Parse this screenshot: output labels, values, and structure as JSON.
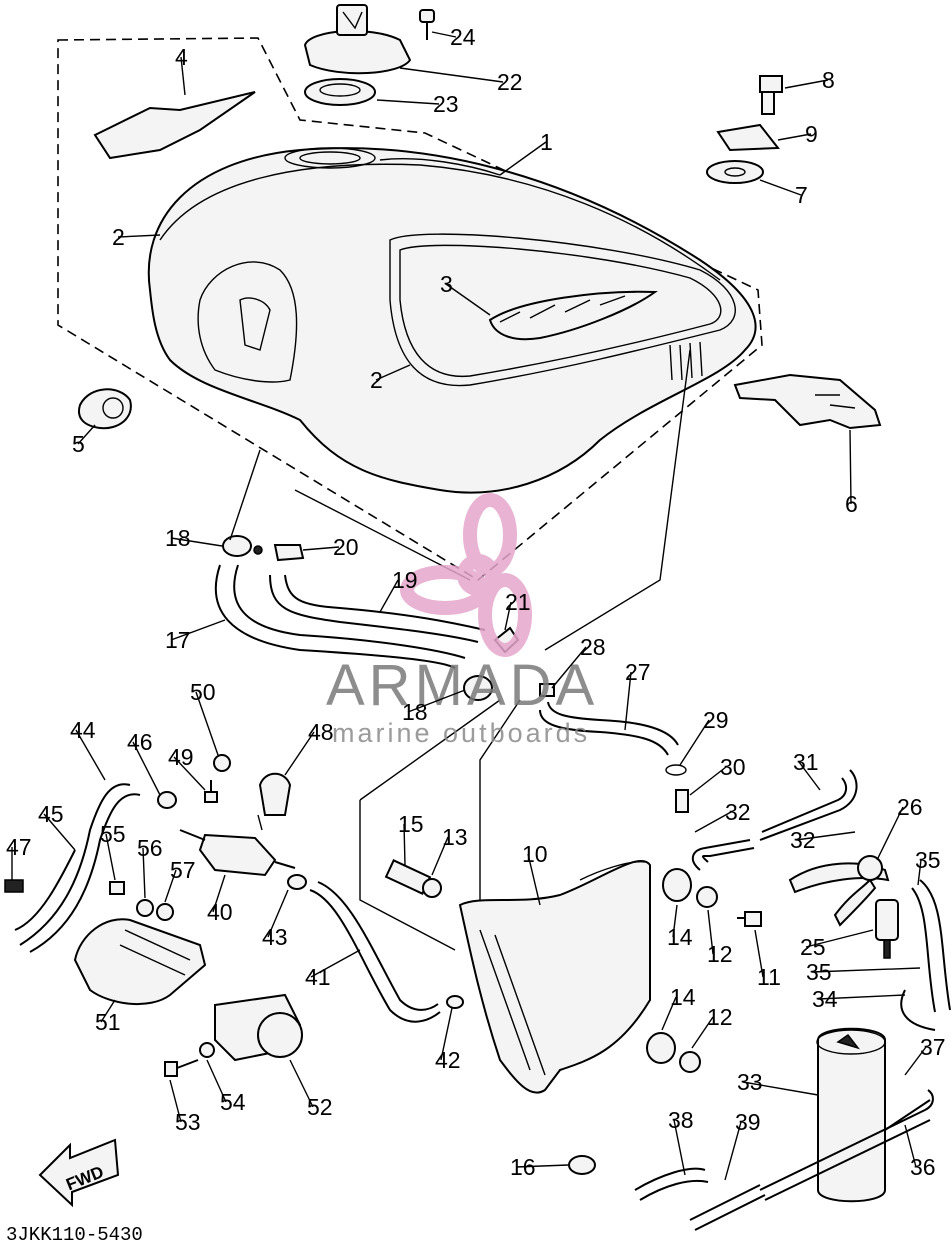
{
  "diagram": {
    "part_labels": [
      "1",
      "2",
      "2",
      "3",
      "4",
      "5",
      "6",
      "7",
      "8",
      "9",
      "10",
      "11",
      "12",
      "12",
      "13",
      "14",
      "14",
      "15",
      "16",
      "17",
      "18",
      "18",
      "19",
      "20",
      "21",
      "22",
      "23",
      "24",
      "25",
      "26",
      "27",
      "28",
      "29",
      "30",
      "31",
      "32",
      "32",
      "33",
      "34",
      "35",
      "35",
      "36",
      "37",
      "38",
      "39",
      "40",
      "41",
      "42",
      "43",
      "44",
      "45",
      "46",
      "47",
      "48",
      "49",
      "50",
      "51",
      "52",
      "53",
      "54",
      "55",
      "56",
      "57"
    ],
    "reference_code": "3JKK110-5430",
    "direction_label": "FWD"
  },
  "watermark": {
    "brand": "ARMADA",
    "tagline": "marine outboards",
    "logo_color": "#e6a6cc"
  },
  "colors": {
    "line": "#000000",
    "background": "#ffffff"
  }
}
